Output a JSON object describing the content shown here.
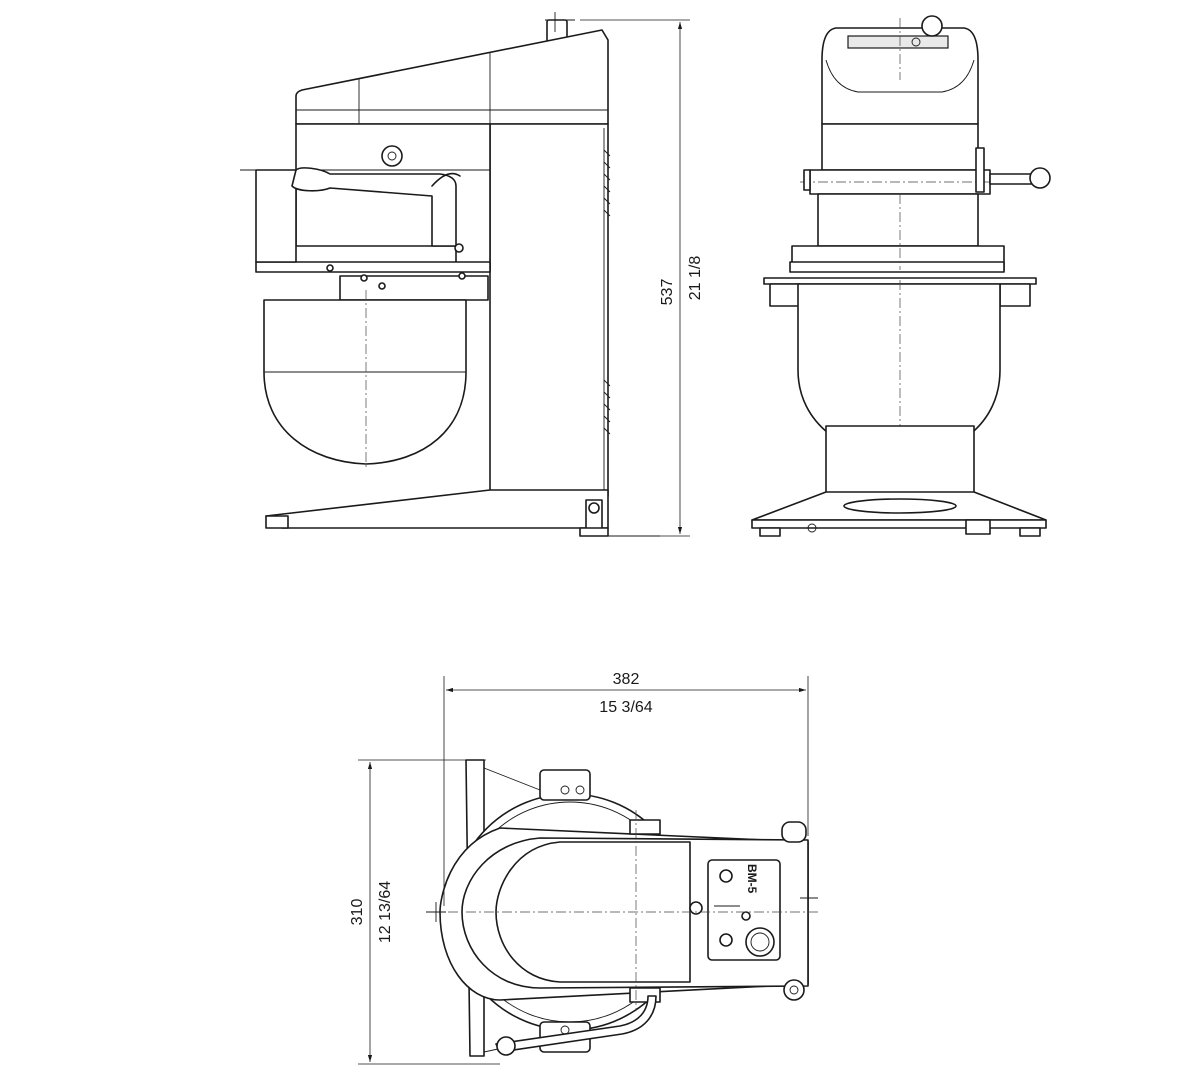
{
  "dimensions": {
    "height_mm": "537",
    "height_in": "21 1/8",
    "width_mm": "382",
    "width_in": "15 3/64",
    "depth_mm": "310",
    "depth_in": "12 13/64"
  },
  "control_panel": {
    "model_label": "BM-5"
  },
  "colors": {
    "line": "#1a1a1a",
    "background": "#ffffff"
  }
}
